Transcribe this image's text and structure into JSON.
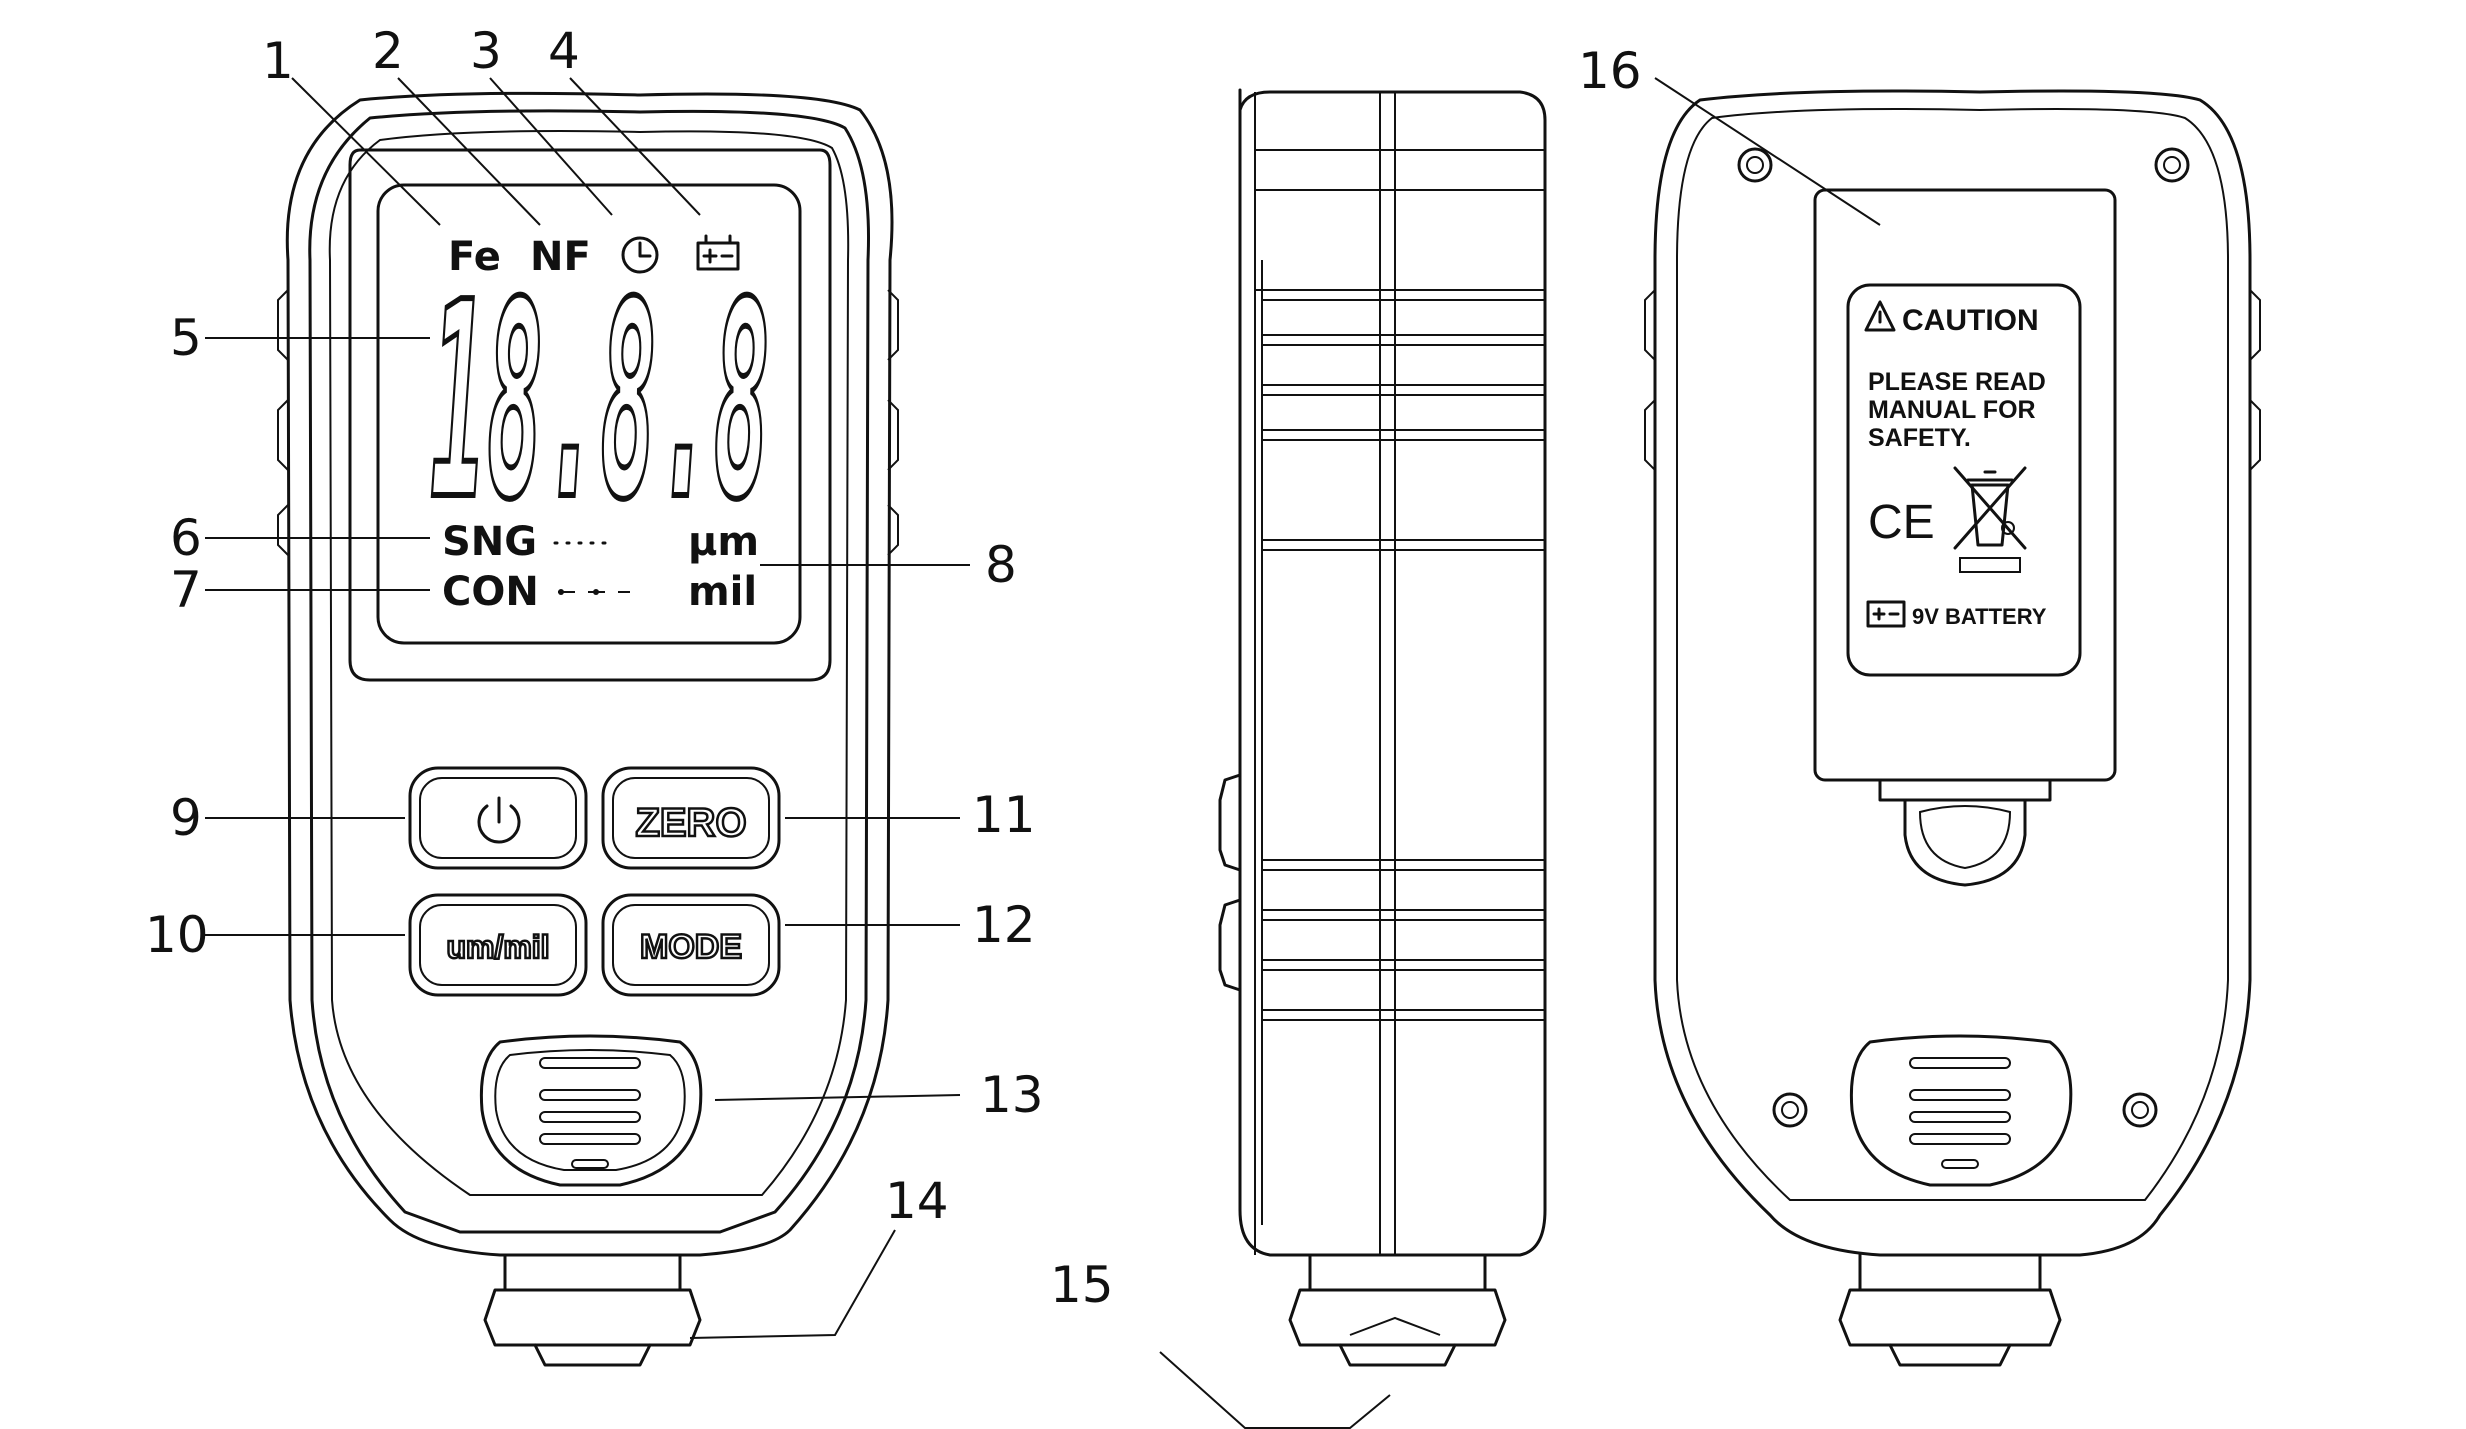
{
  "lcd": {
    "fe": "Fe",
    "nf": "NF",
    "clock_icon": "clock-icon",
    "battery_icon": "battery-icon",
    "digits": "18.8.8",
    "sng": "SNG",
    "con": "CON",
    "um": "μm",
    "mil": "mil"
  },
  "buttons": {
    "power_icon": "power-icon",
    "zero": "ZERO",
    "unit": "um/mil",
    "mode": "MODE"
  },
  "back_label": {
    "caution": "CAUTION",
    "line1": "PLEASE READ",
    "line2": "MANUAL FOR",
    "line3": "SAFETY.",
    "ce": "CE",
    "battery": "9V BATTERY"
  },
  "callouts": [
    "1",
    "2",
    "3",
    "4",
    "5",
    "6",
    "7",
    "8",
    "9",
    "10",
    "11",
    "12",
    "13",
    "14",
    "15",
    "16"
  ]
}
